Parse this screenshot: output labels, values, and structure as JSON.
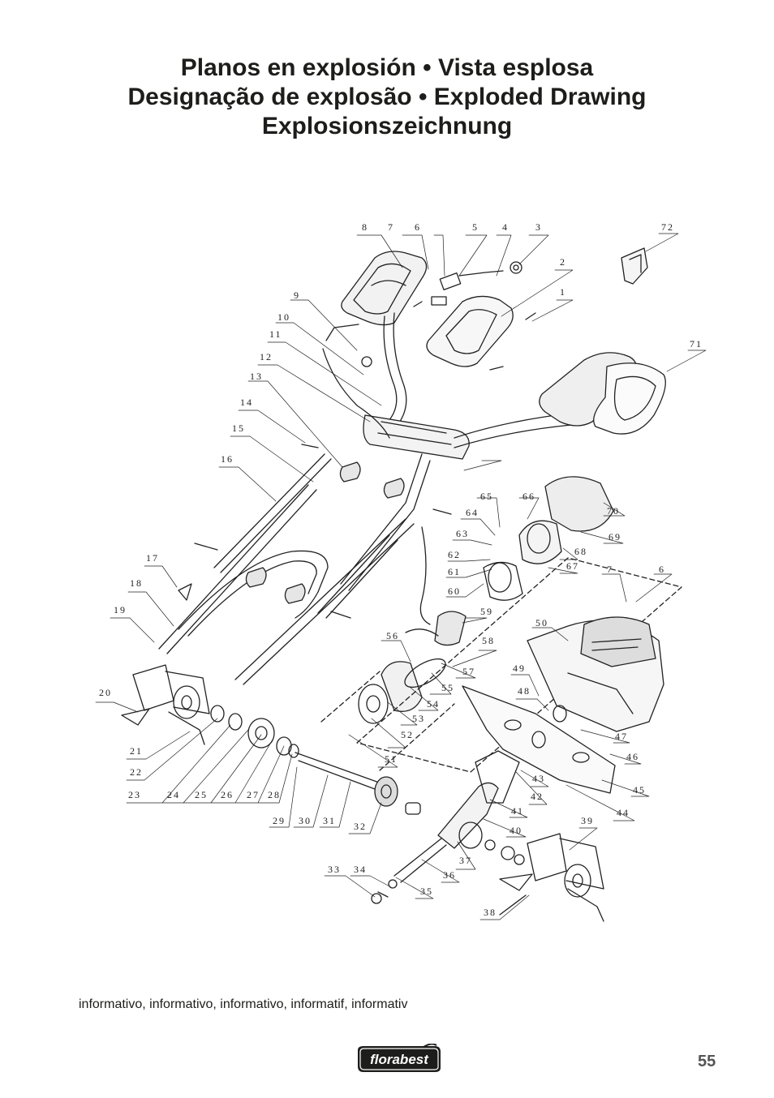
{
  "heading": {
    "line1": "Planos en explosión • Vista esplosa",
    "line2": "Designação de explosão • Exploded Drawing",
    "line3": "Explosionszeichnung"
  },
  "part_labels": [
    "1",
    "2",
    "3",
    "4",
    "5",
    "6",
    "7",
    "8",
    "9",
    "10",
    "11",
    "12",
    "13",
    "14",
    "15",
    "16",
    "17",
    "18",
    "19",
    "20",
    "21",
    "22",
    "23",
    "24",
    "25",
    "26",
    "27",
    "28",
    "29",
    "30",
    "31",
    "32",
    "33",
    "34",
    "35",
    "36",
    "37",
    "38",
    "39",
    "40",
    "41",
    "42",
    "43",
    "44",
    "45",
    "46",
    "47",
    "48",
    "49",
    "50",
    "51",
    "52",
    "53",
    "54",
    "55",
    "56",
    "57",
    "58",
    "59",
    "60",
    "61",
    "62",
    "63",
    "64",
    "65",
    "66",
    "67",
    "68",
    "69",
    "70",
    "6",
    "7",
    "71",
    "72"
  ],
  "footnote": "informativo, informativo, informativo, informatif, informativ",
  "logo_text": "florabest",
  "page_number": "55"
}
